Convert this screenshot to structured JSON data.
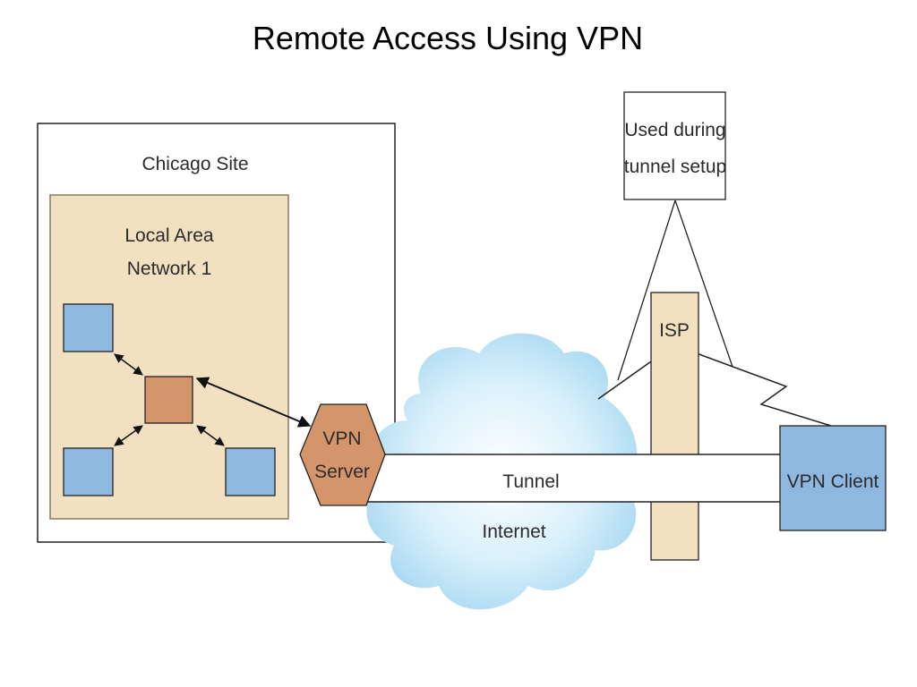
{
  "title": "Remote Access Using VPN",
  "labels": {
    "chicago_site": "Chicago Site",
    "lan_line1": "Local Area",
    "lan_line2": "Network 1",
    "vpn_server_line1": "VPN",
    "vpn_server_line2": "Server",
    "tunnel": "Tunnel",
    "internet": "Internet",
    "isp": "ISP",
    "vpn_client": "VPN Client",
    "callout_line1": "Used during",
    "callout_line2": "tunnel setup"
  },
  "colors": {
    "lan_fill": "#f2e1c1",
    "workstation_fill": "#8fb8e0",
    "hub_fill": "#d4956a",
    "vpn_server_fill": "#d4956a",
    "cloud_fill": "#bfe3f7",
    "isp_fill": "#f2e1c1",
    "vpn_client_fill": "#8fb8e0"
  },
  "icons": {
    "workstation": "workstation-icon",
    "hub": "hub-icon",
    "vpn_server": "hexagon-icon",
    "internet": "cloud-icon"
  }
}
